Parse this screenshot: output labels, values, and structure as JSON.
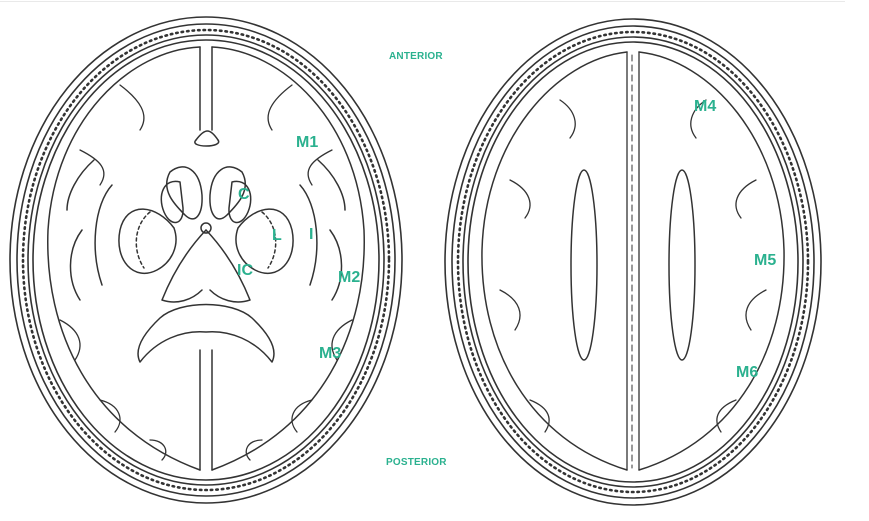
{
  "orientation": {
    "anterior": "ANTERIOR",
    "posterior": "POSTERIOR"
  },
  "labels": {
    "caudate": "C",
    "lentiform": "L",
    "insula": "I",
    "internal_capsule": "IC",
    "m1": "M1",
    "m2": "M2",
    "m3": "M3",
    "m4": "M4",
    "m5": "M5",
    "m6": "M6"
  },
  "colors": {
    "label": "#2bb18f",
    "line": "#333333",
    "background": "#ffffff"
  }
}
